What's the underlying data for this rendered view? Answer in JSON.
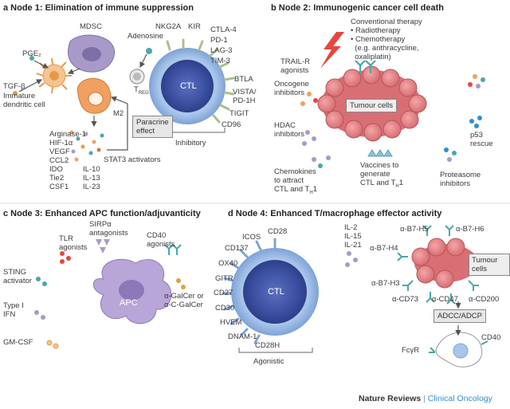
{
  "panel_a": {
    "title_bold": "a Node 1:",
    "title": "Elimination of immune suppression",
    "mdsc": "MDSC",
    "adenosine": "Adenosine",
    "pge2": "PGE₂",
    "tgfb": "TGF-β",
    "immature_dc": "Immature\ndendritic cell",
    "treg": "T",
    "treg_sub": "REG",
    "m2": "M2",
    "paracrine": "Paracrine\neffect",
    "factors_left": "Arginase-1\nHIF-1α\nVEGF\nCCL2\nIDO\nTie2\nCSF1",
    "factors_right": "IL-10\nIL-13\nIL-23",
    "stat3": "STAT3 activators",
    "ctl": "CTL",
    "receptors_left": "NKG2A",
    "kir": "KIR",
    "receptors_right": "CTLA-4\nPD-1\nLAG-3\nTIM-3",
    "btla": "BTLA",
    "vista": "VISTA/\nPD-1H",
    "tigit": "TIGIT",
    "cd96": "CD96",
    "inhibitory": "Inhibitory"
  },
  "panel_b": {
    "title_bold": "b Node 2:",
    "title": "Immunogenic cancer cell death",
    "conventional": "Conventional therapy\n• Radiotherapy\n• Chemotherapy\n  (e.g. anthracycline,\n  oxaliplatin)",
    "trail": "TRAIL-R\nagonists",
    "oncogene": "Oncogene\ninhibitors",
    "tumour": "Tumour cells",
    "hdac": "HDAC\ninhibitors",
    "p53": "p53\nrescue",
    "chemokines": "Chemokines\nto attract\nCTL and T",
    "vaccines": "Vaccines to\ngenerate\nCTL and T",
    "proteasome": "Proteasome\ninhibitors",
    "th_sub": "H",
    "th_one": "1"
  },
  "panel_c": {
    "title_bold": "c Node 3:",
    "title": "Enhanced APC function/adjuvanticity",
    "sirpa": "SIRPα\nantagonists",
    "tlr": "TLR\nagonists",
    "cd40": "CD40\nagonists",
    "sting": "STING\nactivator",
    "type1": "Type I\nIFN",
    "apc": "APC",
    "galcer": "α-GalCer or\nα-C-GalCer",
    "gmcsf": "GM-CSF"
  },
  "panel_d": {
    "title_bold": "d Node 4:",
    "title": "Enhanced T/macrophage effector activity",
    "icos": "ICOS",
    "cd28": "CD28",
    "cd137": "CD137",
    "ox40": "OX40",
    "gitr": "GITR",
    "cd27": "CD27",
    "cd30": "CD30",
    "hvem": "HVEM",
    "dnam": "DNAM-1",
    "cd28h": "CD28H",
    "agonistic": "Agonistic",
    "ctl": "CTL",
    "ils": "IL-2\nIL-15\nIL-21",
    "b7h5": "α-B7-H5",
    "b7h6": "α-B7-H6",
    "b7h4": "α-B7-H4",
    "b7h3": "α-B7-H3",
    "tumour": "Tumour cells",
    "cd73": "α-CD73",
    "cd47": "α-CD47",
    "cd200": "α-CD200",
    "adcc": "ADCC/ADCP",
    "fcgr": "FcγR",
    "cd40": "CD40"
  },
  "footer": {
    "journal": "Nature Reviews",
    "sep": " | ",
    "section": "Clinical Oncology"
  },
  "colors": {
    "ctl_blue": "#3f57a8",
    "tumour_pink": "#e8868a",
    "teal": "#4aa7a8",
    "orange": "#f0a060",
    "clinical_blue": "#2f8fd0"
  }
}
